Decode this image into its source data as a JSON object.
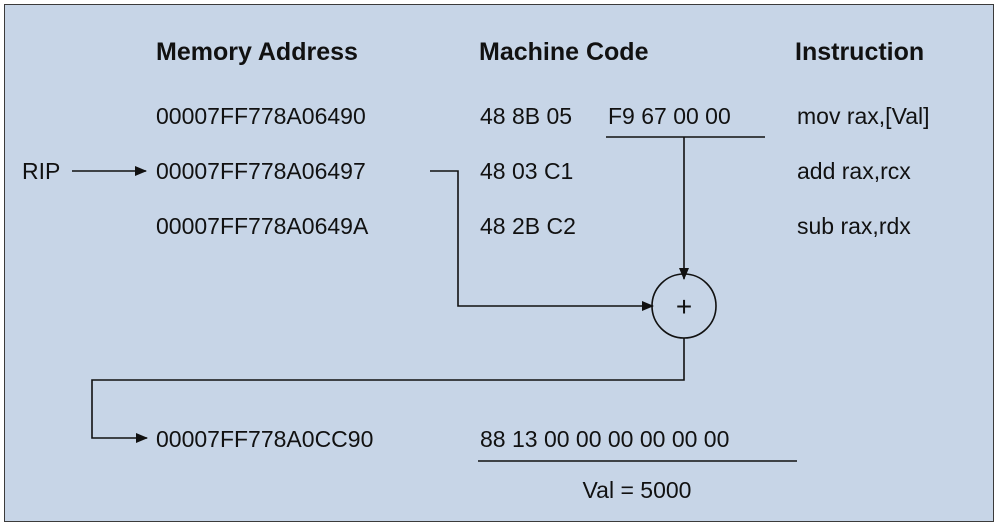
{
  "headers": {
    "address": "Memory Address",
    "code": "Machine Code",
    "instruction": "Instruction"
  },
  "rows": [
    {
      "address": "00007FF778A06490",
      "code_prefix": "48 8B 05",
      "code_disp": "F9 67 00 00",
      "instruction": "mov rax,[Val]"
    },
    {
      "address": "00007FF778A06497",
      "code": "48 03 C1",
      "instruction": "add rax,rcx"
    },
    {
      "address": "00007FF778A0649A",
      "code": "48 2B C2",
      "instruction": "sub rax,rdx"
    }
  ],
  "rip_label": "RIP",
  "adder_symbol": "+",
  "target": {
    "address": "00007FF778A0CC90",
    "bytes": "88 13 00 00 00 00 00 00",
    "value_label": "Val = 5000"
  }
}
